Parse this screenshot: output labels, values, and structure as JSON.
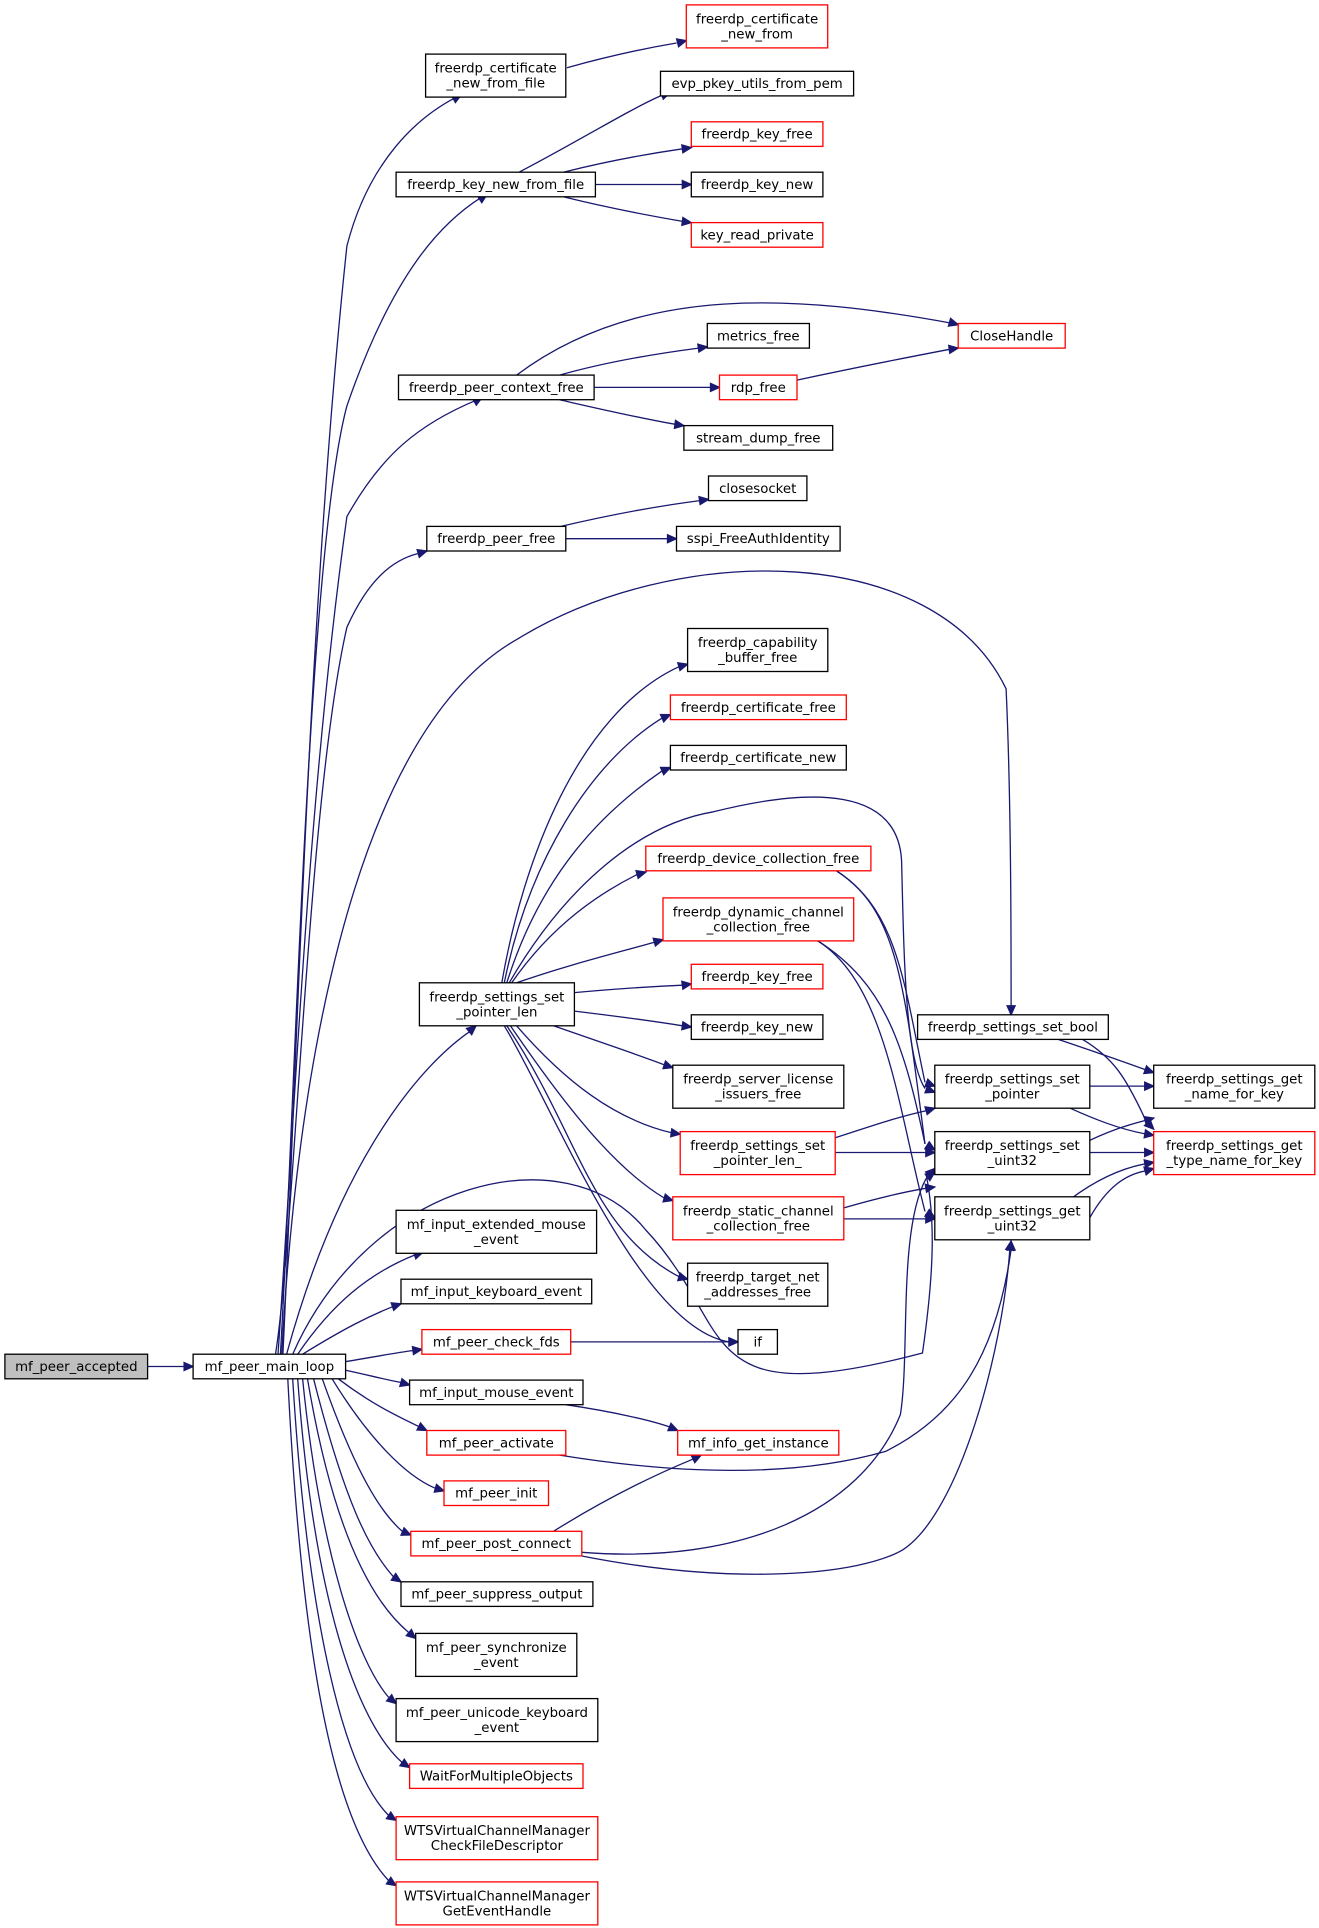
{
  "nodes": {
    "mf_peer_accepted": {
      "lines": [
        "mf_peer_accepted"
      ],
      "style": "root"
    },
    "mf_peer_main_loop": {
      "lines": [
        "mf_peer_main_loop"
      ],
      "style": "black"
    },
    "freerdp_certificate_new_from_file": {
      "lines": [
        "freerdp_certificate",
        "_new_from_file"
      ],
      "style": "black"
    },
    "freerdp_certificate_new_from": {
      "lines": [
        "freerdp_certificate",
        "_new_from"
      ],
      "style": "red"
    },
    "evp_pkey_utils_from_pem": {
      "lines": [
        "evp_pkey_utils_from_pem"
      ],
      "style": "black"
    },
    "freerdp_key_free_1": {
      "lines": [
        "freerdp_key_free"
      ],
      "style": "red"
    },
    "freerdp_key_new_from_file": {
      "lines": [
        "freerdp_key_new_from_file"
      ],
      "style": "black"
    },
    "freerdp_key_new_1": {
      "lines": [
        "freerdp_key_new"
      ],
      "style": "black"
    },
    "key_read_private": {
      "lines": [
        "key_read_private"
      ],
      "style": "red"
    },
    "CloseHandle": {
      "lines": [
        "CloseHandle"
      ],
      "style": "red"
    },
    "metrics_free": {
      "lines": [
        "metrics_free"
      ],
      "style": "black"
    },
    "freerdp_peer_context_free": {
      "lines": [
        "freerdp_peer_context_free"
      ],
      "style": "black"
    },
    "rdp_free": {
      "lines": [
        "rdp_free"
      ],
      "style": "red"
    },
    "stream_dump_free": {
      "lines": [
        "stream_dump_free"
      ],
      "style": "black"
    },
    "closesocket": {
      "lines": [
        "closesocket"
      ],
      "style": "black"
    },
    "freerdp_peer_free": {
      "lines": [
        "freerdp_peer_free"
      ],
      "style": "black"
    },
    "sspi_FreeAuthIdentity": {
      "lines": [
        "sspi_FreeAuthIdentity"
      ],
      "style": "black"
    },
    "freerdp_capability_buffer_free": {
      "lines": [
        "freerdp_capability",
        "_buffer_free"
      ],
      "style": "black"
    },
    "freerdp_certificate_free": {
      "lines": [
        "freerdp_certificate_free"
      ],
      "style": "red"
    },
    "freerdp_certificate_new": {
      "lines": [
        "freerdp_certificate_new"
      ],
      "style": "black"
    },
    "freerdp_device_collection_free": {
      "lines": [
        "freerdp_device_collection_free"
      ],
      "style": "red"
    },
    "freerdp_dynamic_channel_collection_free": {
      "lines": [
        "freerdp_dynamic_channel",
        "_collection_free"
      ],
      "style": "red"
    },
    "freerdp_settings_set_pointer_len": {
      "lines": [
        "freerdp_settings_set",
        "_pointer_len"
      ],
      "style": "black"
    },
    "freerdp_key_free_2": {
      "lines": [
        "freerdp_key_free"
      ],
      "style": "red"
    },
    "freerdp_key_new_2": {
      "lines": [
        "freerdp_key_new"
      ],
      "style": "black"
    },
    "freerdp_settings_set_bool": {
      "lines": [
        "freerdp_settings_set_bool"
      ],
      "style": "black"
    },
    "freerdp_server_license_issuers_free": {
      "lines": [
        "freerdp_server_license",
        "_issuers_free"
      ],
      "style": "black"
    },
    "freerdp_settings_set_pointer": {
      "lines": [
        "freerdp_settings_set",
        "_pointer"
      ],
      "style": "black"
    },
    "freerdp_settings_get_name_for_key": {
      "lines": [
        "freerdp_settings_get",
        "_name_for_key"
      ],
      "style": "black"
    },
    "freerdp_settings_set_pointer_len_": {
      "lines": [
        "freerdp_settings_set",
        "_pointer_len_"
      ],
      "style": "red"
    },
    "freerdp_settings_set_uint32": {
      "lines": [
        "freerdp_settings_set",
        "_uint32"
      ],
      "style": "black"
    },
    "freerdp_settings_get_type_name_for_key": {
      "lines": [
        "freerdp_settings_get",
        "_type_name_for_key"
      ],
      "style": "red"
    },
    "freerdp_static_channel_collection_free": {
      "lines": [
        "freerdp_static_channel",
        "_collection_free"
      ],
      "style": "red"
    },
    "freerdp_settings_get_uint32": {
      "lines": [
        "freerdp_settings_get",
        "_uint32"
      ],
      "style": "black"
    },
    "mf_input_extended_mouse_event": {
      "lines": [
        "mf_input_extended_mouse",
        "_event"
      ],
      "style": "black"
    },
    "freerdp_target_net_addresses_free": {
      "lines": [
        "freerdp_target_net",
        "_addresses_free"
      ],
      "style": "black"
    },
    "mf_input_keyboard_event": {
      "lines": [
        "mf_input_keyboard_event"
      ],
      "style": "black"
    },
    "mf_peer_check_fds": {
      "lines": [
        "mf_peer_check_fds"
      ],
      "style": "red"
    },
    "if": {
      "lines": [
        "if"
      ],
      "style": "black"
    },
    "mf_input_mouse_event": {
      "lines": [
        "mf_input_mouse_event"
      ],
      "style": "black"
    },
    "mf_peer_activate": {
      "lines": [
        "mf_peer_activate"
      ],
      "style": "red"
    },
    "mf_info_get_instance": {
      "lines": [
        "mf_info_get_instance"
      ],
      "style": "red"
    },
    "mf_peer_init": {
      "lines": [
        "mf_peer_init"
      ],
      "style": "red"
    },
    "mf_peer_post_connect": {
      "lines": [
        "mf_peer_post_connect"
      ],
      "style": "red"
    },
    "mf_peer_suppress_output": {
      "lines": [
        "mf_peer_suppress_output"
      ],
      "style": "black"
    },
    "mf_peer_synchronize_event": {
      "lines": [
        "mf_peer_synchronize",
        "_event"
      ],
      "style": "black"
    },
    "mf_peer_unicode_keyboard_event": {
      "lines": [
        "mf_peer_unicode_keyboard",
        "_event"
      ],
      "style": "black"
    },
    "WaitForMultipleObjects": {
      "lines": [
        "WaitForMultipleObjects"
      ],
      "style": "red"
    },
    "WTSVirtualChannelManagerCheckFileDescriptor": {
      "lines": [
        "WTSVirtualChannelManager",
        "CheckFileDescriptor"
      ],
      "style": "red"
    },
    "WTSVirtualChannelManagerGetEventHandle": {
      "lines": [
        "WTSVirtualChannelManager",
        "GetEventHandle"
      ],
      "style": "red"
    }
  },
  "colors": {
    "edge": "#191970",
    "black_border": "#000000",
    "red_border": "#ff0000",
    "root_fill": "#bfbfbf",
    "background": "#ffffff"
  }
}
